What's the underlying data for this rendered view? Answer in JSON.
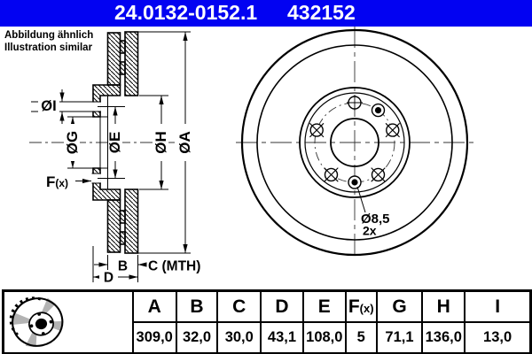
{
  "header": {
    "part_number": "24.0132-0152.1",
    "reference_number": "432152"
  },
  "note": {
    "line1": "Abbildung ähnlich",
    "line2": "Illustration similar"
  },
  "colors": {
    "header_bg": "#0202f2",
    "line": "#000000",
    "paper": "#ffffff"
  },
  "drawing": {
    "section_labels": {
      "dia_i": "ØI",
      "dia_g": "ØG",
      "dia_e": "ØE",
      "dia_h": "ØH",
      "dia_a": "ØA",
      "f_main": "F",
      "f_sub": "(x)",
      "b": "B",
      "c_mth": "C (MTH)",
      "d": "D"
    },
    "front_labels": {
      "hole_dia": "Ø8,5",
      "hole_count": "2x"
    }
  },
  "table": {
    "columns": [
      {
        "label": "A",
        "value": "309,0"
      },
      {
        "label": "B",
        "value": "32,0"
      },
      {
        "label": "C",
        "value": "30,0"
      },
      {
        "label": "D",
        "value": "43,1"
      },
      {
        "label": "E",
        "value": "108,0"
      },
      {
        "label": "F",
        "sub": "(x)",
        "value": "5"
      },
      {
        "label": "G",
        "value": "71,1"
      },
      {
        "label": "H",
        "value": "136,0"
      },
      {
        "label": "I",
        "value": "13,0"
      }
    ]
  }
}
